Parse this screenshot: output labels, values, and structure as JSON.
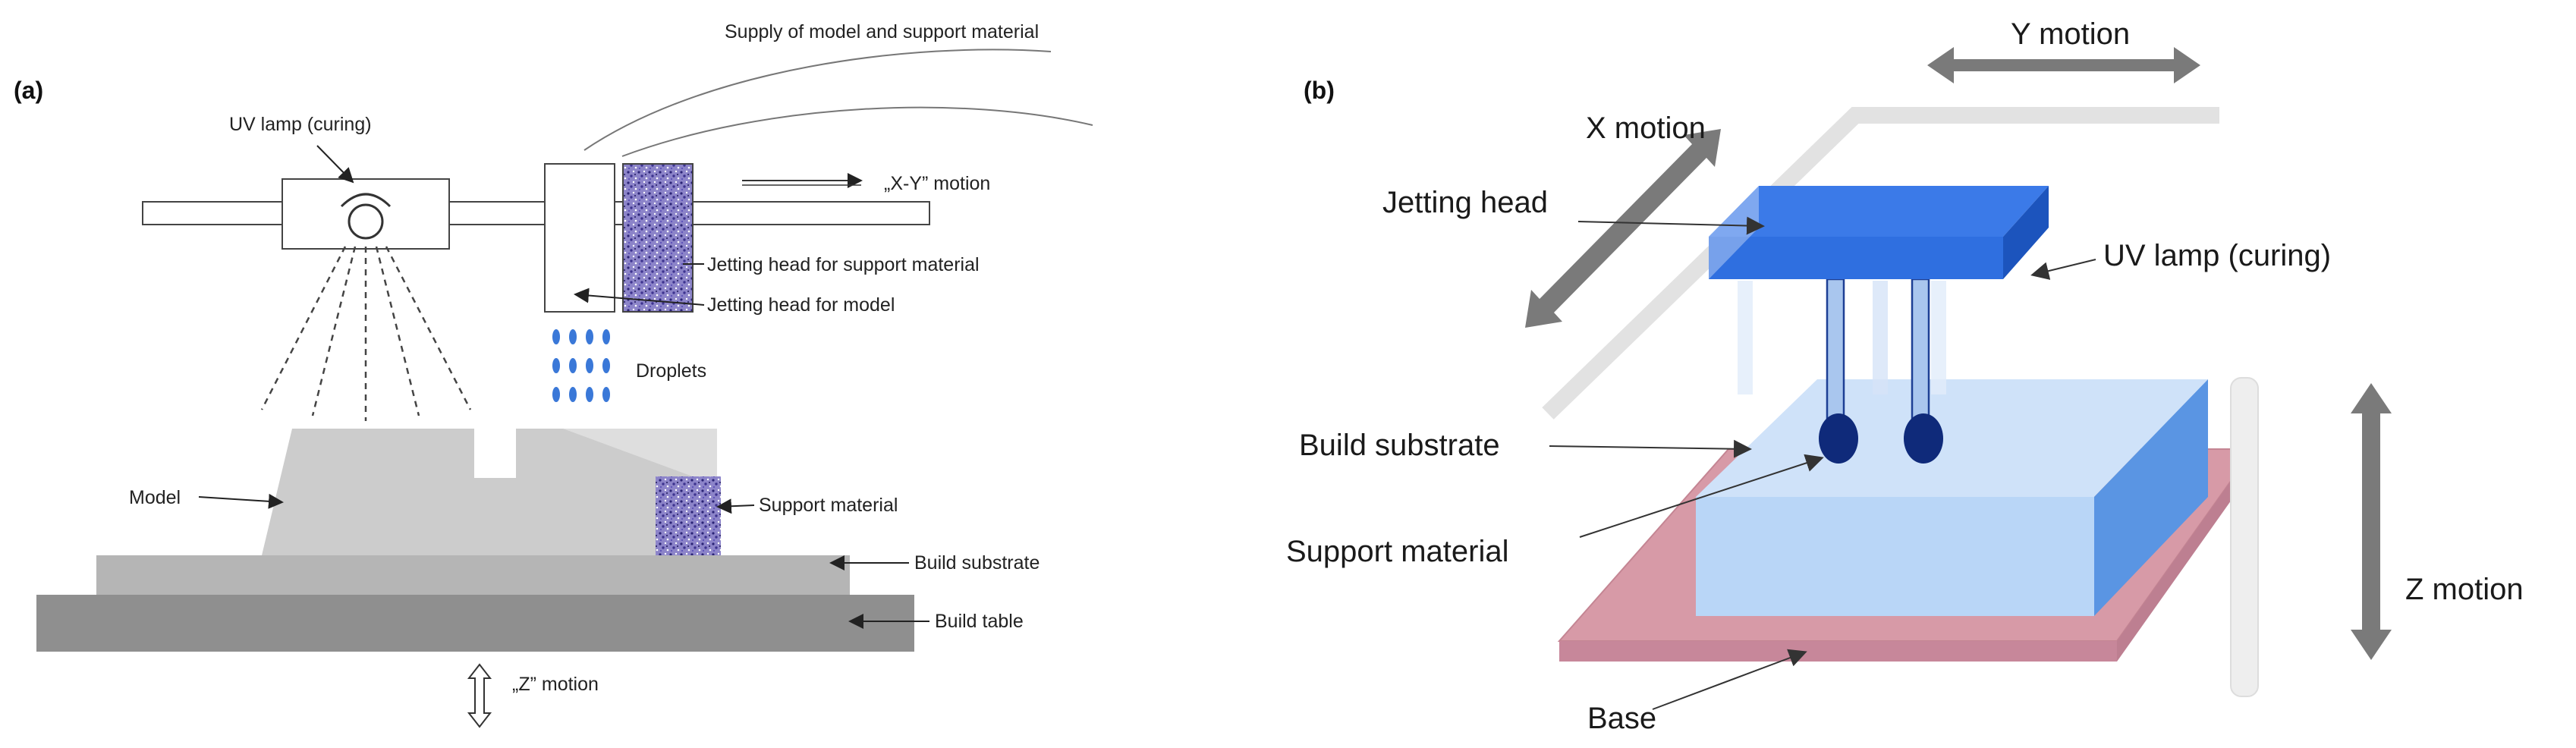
{
  "panel_a": {
    "tag": "(a)",
    "labels": {
      "supply": "Supply of model and support material",
      "uv_lamp": "UV lamp (curing)",
      "xy_motion": "„X-Y” motion",
      "jet_support": "Jetting head for support material",
      "jet_model": "Jetting head for model",
      "droplets": "Droplets",
      "model": "Model",
      "support": "Support material",
      "build_substrate": "Build substrate",
      "build_table": "Build table",
      "z_motion": "„Z” motion"
    }
  },
  "panel_b": {
    "tag": "(b)",
    "labels": {
      "y_motion": "Y  motion",
      "x_motion": "X  motion",
      "jetting_head": "Jetting head",
      "uv_lamp": "UV lamp (curing)",
      "build_substrate": "Build substrate",
      "support": "Support material",
      "z_motion": "Z  motion",
      "base": "Base"
    }
  },
  "colors": {
    "model_gray": "#c9c9c9",
    "substrate_gray": "#b5b5b5",
    "table_gray": "#8f8f8f",
    "droplet_blue": "#3a78d8",
    "support_purple": "#6a5fb0",
    "jet_head_blue": "#2f6fe0",
    "substrate_light_blue": "#b9d6f7",
    "base_pink": "#d79aa7",
    "support_dark_blue": "#0f2a7a",
    "arrow_gray": "#7a7a7a"
  }
}
